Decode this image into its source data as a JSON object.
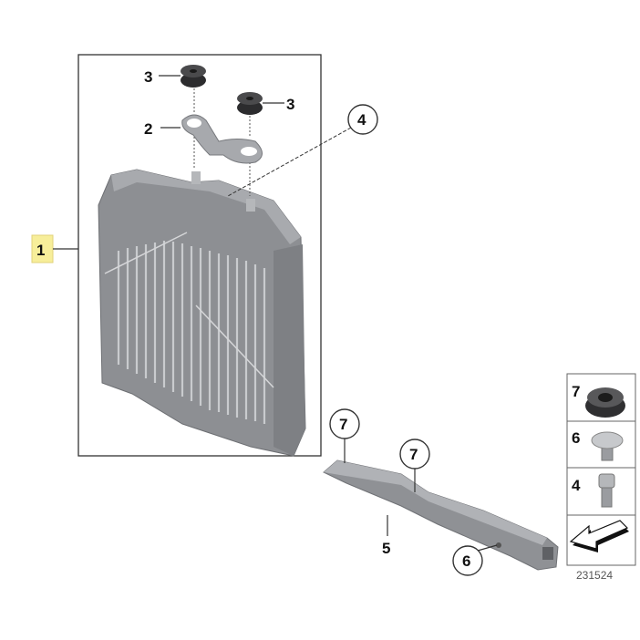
{
  "diagram": {
    "callouts": {
      "main_assembly": "1",
      "bracket": "2",
      "grommet_left": "3",
      "grommet_right": "3",
      "screw_circle": "4",
      "carrier": "5",
      "nut_circle_top": "7",
      "nut_circle_mid": "7",
      "bolt_circle": "6"
    },
    "legend": [
      {
        "label": "7",
        "part": "nut"
      },
      {
        "label": "6",
        "part": "bolt"
      },
      {
        "label": "4",
        "part": "screw"
      }
    ],
    "diagram_number": "231524",
    "highlight_color": "#f7ee9a"
  }
}
